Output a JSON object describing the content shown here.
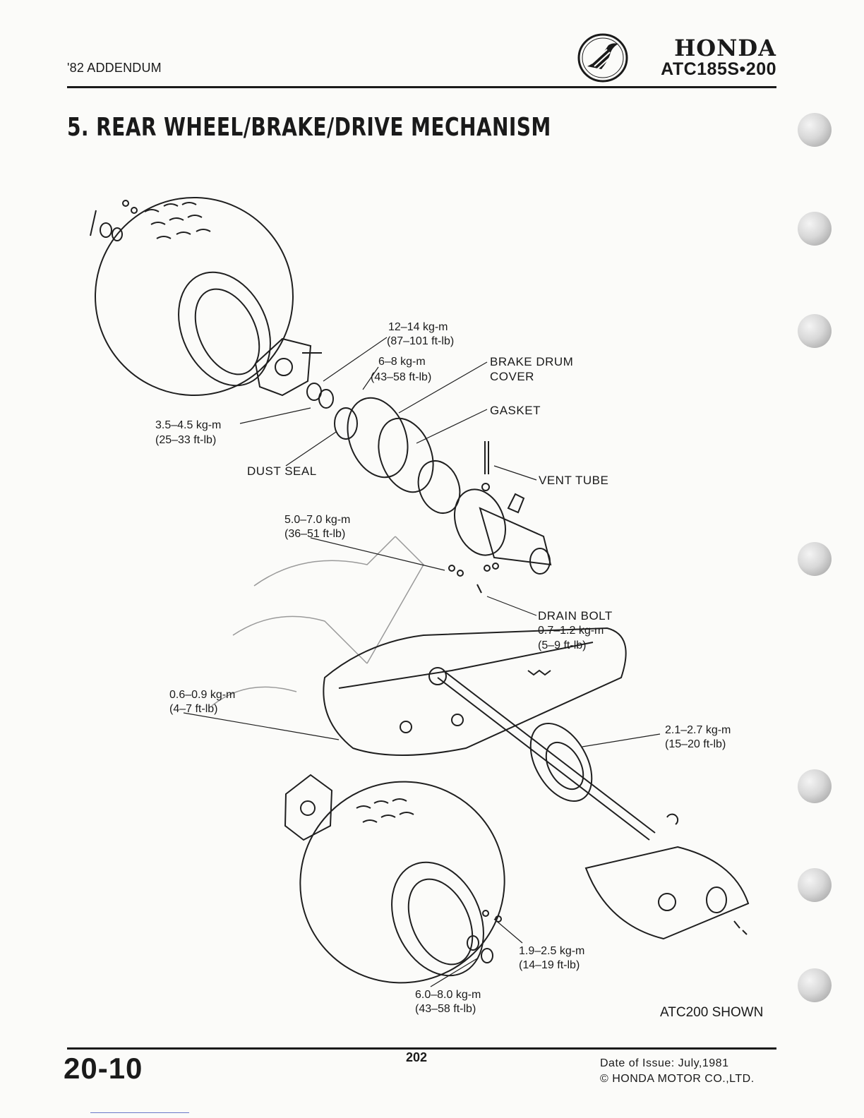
{
  "header": {
    "section_label": "'82 ADDENDUM",
    "brand": "HONDA",
    "model": "ATC185S•200"
  },
  "title": "5. REAR WHEEL/BRAKE/DRIVE MECHANISM",
  "labels": {
    "torque_12_14": "12–14 kg-m",
    "torque_12_14_ft": "(87–101 ft-lb)",
    "torque_6_8": "6–8 kg-m",
    "torque_6_8_ft": "(43–58 ft-lb)",
    "brake_drum_cover_1": "BRAKE DRUM",
    "brake_drum_cover_2": "COVER",
    "gasket": "GASKET",
    "torque_35_45": "3.5–4.5 kg-m",
    "torque_35_45_ft": "(25–33 ft-lb)",
    "dust_seal": "DUST SEAL",
    "vent_tube": "VENT TUBE",
    "torque_50_70": "5.0–7.0 kg-m",
    "torque_50_70_ft": "(36–51 ft-lb)",
    "drain_bolt": "DRAIN BOLT",
    "drain_bolt_torque": "0.7–1.2 kg-m",
    "drain_bolt_torque_ft": "(5–9 ft-lb)",
    "torque_06_09": "0.6–0.9 kg-m",
    "torque_06_09_ft": "(4–7 ft-lb)",
    "torque_21_27": "2.1–2.7 kg-m",
    "torque_21_27_ft": "(15–20 ft-lb)",
    "torque_19_25": "1.9–2.5 kg-m",
    "torque_19_25_ft": "(14–19 ft-lb)",
    "torque_60_80": "6.0–8.0 kg-m",
    "torque_60_80_ft": "(43–58 ft-lb)"
  },
  "shown_note": "ATC200 SHOWN",
  "footer": {
    "page_code": "20-10",
    "page_number": "202",
    "issue_date": "Date of Issue: July,1981",
    "copyright": "© HONDA MOTOR CO.,LTD."
  }
}
